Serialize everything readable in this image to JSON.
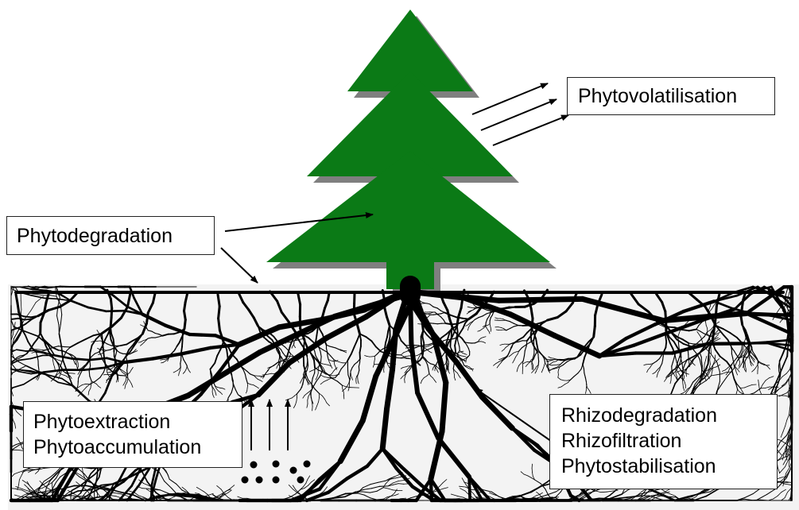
{
  "labels": {
    "phytovolatilisation": "Phytovolatilisation",
    "phytodegradation": "Phytodegradation",
    "extraction": [
      "Phytoextraction",
      "Phytoaccumulation"
    ],
    "rhizo": [
      "Rhizodegradation",
      "Rhizofiltration",
      "Phytostabilisation"
    ]
  },
  "colors": {
    "tree": "#0b7a16",
    "tree_shadow": "#7f7f7f",
    "soil": "#f3f3f3",
    "roots": "#000000"
  }
}
